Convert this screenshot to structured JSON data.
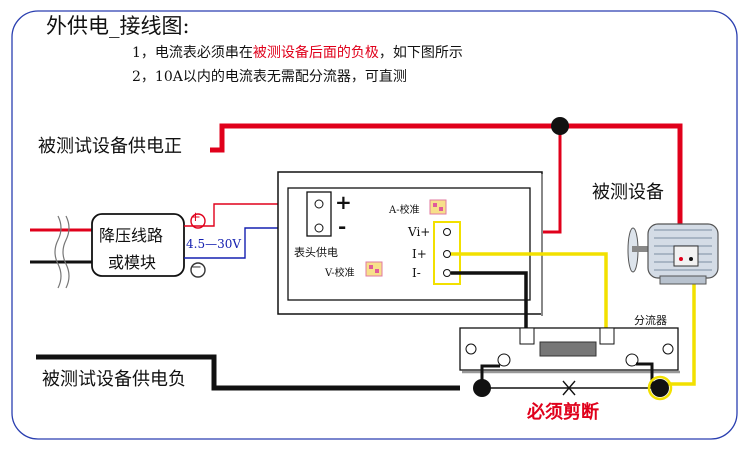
{
  "title": "外供电_接线图:",
  "notes": {
    "line1_prefix": "1，电流表必须串在",
    "line1_highlight": "被测设备后面的负极",
    "line1_suffix": "，如下图所示",
    "line2": "2，10A以内的电流表无需配分流器，可直测"
  },
  "labels": {
    "supply_positive": "被测试设备供电正",
    "supply_negative": "被测试设备供电负",
    "device": "被测设备",
    "buck_line1": "降压线路",
    "buck_line2": "或模块",
    "voltage_range": "4.5—30V",
    "meter_power": "表头供电",
    "plus_sign": "+",
    "minus_sign": "-",
    "a_calib": "A-校准",
    "v_calib": "V-校准",
    "term_vi": "Vi+",
    "term_i_plus": "I+",
    "term_i_minus": "I-",
    "shunt": "分流器",
    "must_cut": "必须剪断",
    "circle_plus": "+",
    "circle_minus": "−"
  },
  "colors": {
    "red_wire": "#e0001b",
    "yellow_wire": "#f2e000",
    "black_wire": "#111111",
    "border_blue": "#2a3fb0"
  }
}
